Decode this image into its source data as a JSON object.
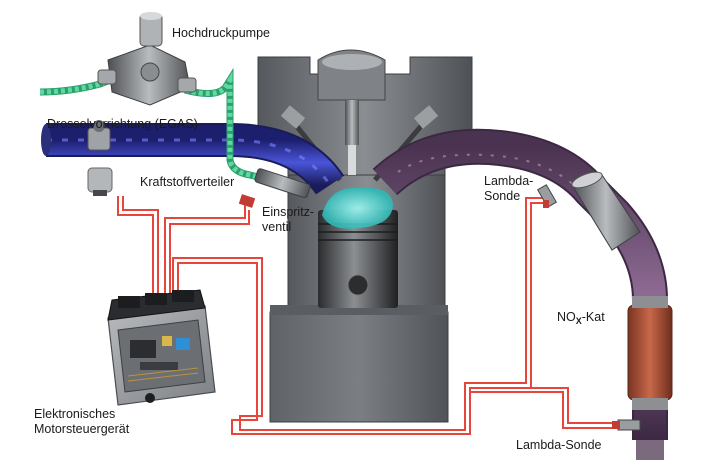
{
  "labels": {
    "hochdruckpumpe": "Hochdruckpumpe",
    "drosselvorrichtung": "Drosselvorrichtung (EGAS)",
    "kraftstoffverteiler": "Kraftstoffverteiler",
    "einspritzventil_line1": "Einspritz-",
    "einspritzventil_line2": "ventil",
    "lambda_sonde_top_line1": "Lambda-",
    "lambda_sonde_top_line2": "Sonde",
    "nox_kat_prefix": "NO",
    "nox_kat_subscript": "X",
    "nox_kat_suffix": "-Kat",
    "steuergeraet_line1": "Elektronisches",
    "steuergeraet_line2": "Motorsteuergerät",
    "lambda_sonde_bottom": "Lambda-Sonde"
  },
  "colors": {
    "intake_pipe": "#2b2f8c",
    "exhaust_pipe": "#6a4a6e",
    "fuel_line": "#5fd9a0",
    "signal_wire": "#e8453c",
    "engine_block": "#6f7276",
    "catalyst": "#b5553a"
  }
}
